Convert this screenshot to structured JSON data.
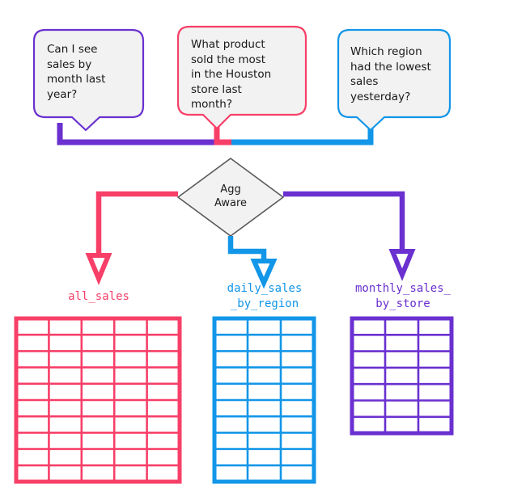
{
  "diagram": {
    "title": "Agg Aware query routing diagram",
    "colors": {
      "purple": "#6A30D0",
      "pink": "#F73F68",
      "blue": "#1296E8",
      "node_border": "#5a5a5a",
      "node_fill": "#f2f2f2",
      "bubble_fill": "#f2f2f2",
      "text": "#18181a"
    },
    "bubbles": [
      {
        "id": "bubble-sales-by-month",
        "text": "Can I see\nsales by\nmonth last\nyear?",
        "color": "#6A30D0"
      },
      {
        "id": "bubble-houston-product",
        "text": "What product\nsold the most\nin the Houston\nstore last\nmonth?",
        "color": "#F73F68"
      },
      {
        "id": "bubble-lowest-region",
        "text": "Which region\nhad the lowest\nsales\nyesterday?",
        "color": "#1296E8"
      }
    ],
    "decision_node": {
      "id": "agg-aware-node",
      "label": "Agg\nAware",
      "shape": "diamond"
    },
    "tables": [
      {
        "id": "table-all-sales",
        "label": "all_sales",
        "color": "#F73F68",
        "columns": 5,
        "rows": 10
      },
      {
        "id": "table-daily-sales-by-region",
        "label": "daily_sales\n_by_region",
        "color": "#1296E8",
        "columns": 3,
        "rows": 10
      },
      {
        "id": "table-monthly-sales-by-store",
        "label": "monthly_sales_\nby_store",
        "color": "#6A30D0",
        "columns": 3,
        "rows": 7
      }
    ],
    "connectors": [
      {
        "id": "connector-purple-in",
        "color": "#6A30D0",
        "from": "bubble-sales-by-month",
        "to": "agg-aware-node"
      },
      {
        "id": "connector-pink-in",
        "color": "#F73F68",
        "from": "bubble-houston-product",
        "to": "agg-aware-node"
      },
      {
        "id": "connector-blue-in",
        "color": "#1296E8",
        "from": "bubble-lowest-region",
        "to": "agg-aware-node"
      },
      {
        "id": "connector-pink-out",
        "color": "#F73F68",
        "from": "agg-aware-node",
        "to": "table-all-sales"
      },
      {
        "id": "connector-blue-out",
        "color": "#1296E8",
        "from": "agg-aware-node",
        "to": "table-daily-sales-by-region"
      },
      {
        "id": "connector-purple-out",
        "color": "#6A30D0",
        "from": "agg-aware-node",
        "to": "table-monthly-sales-by-store"
      }
    ]
  }
}
